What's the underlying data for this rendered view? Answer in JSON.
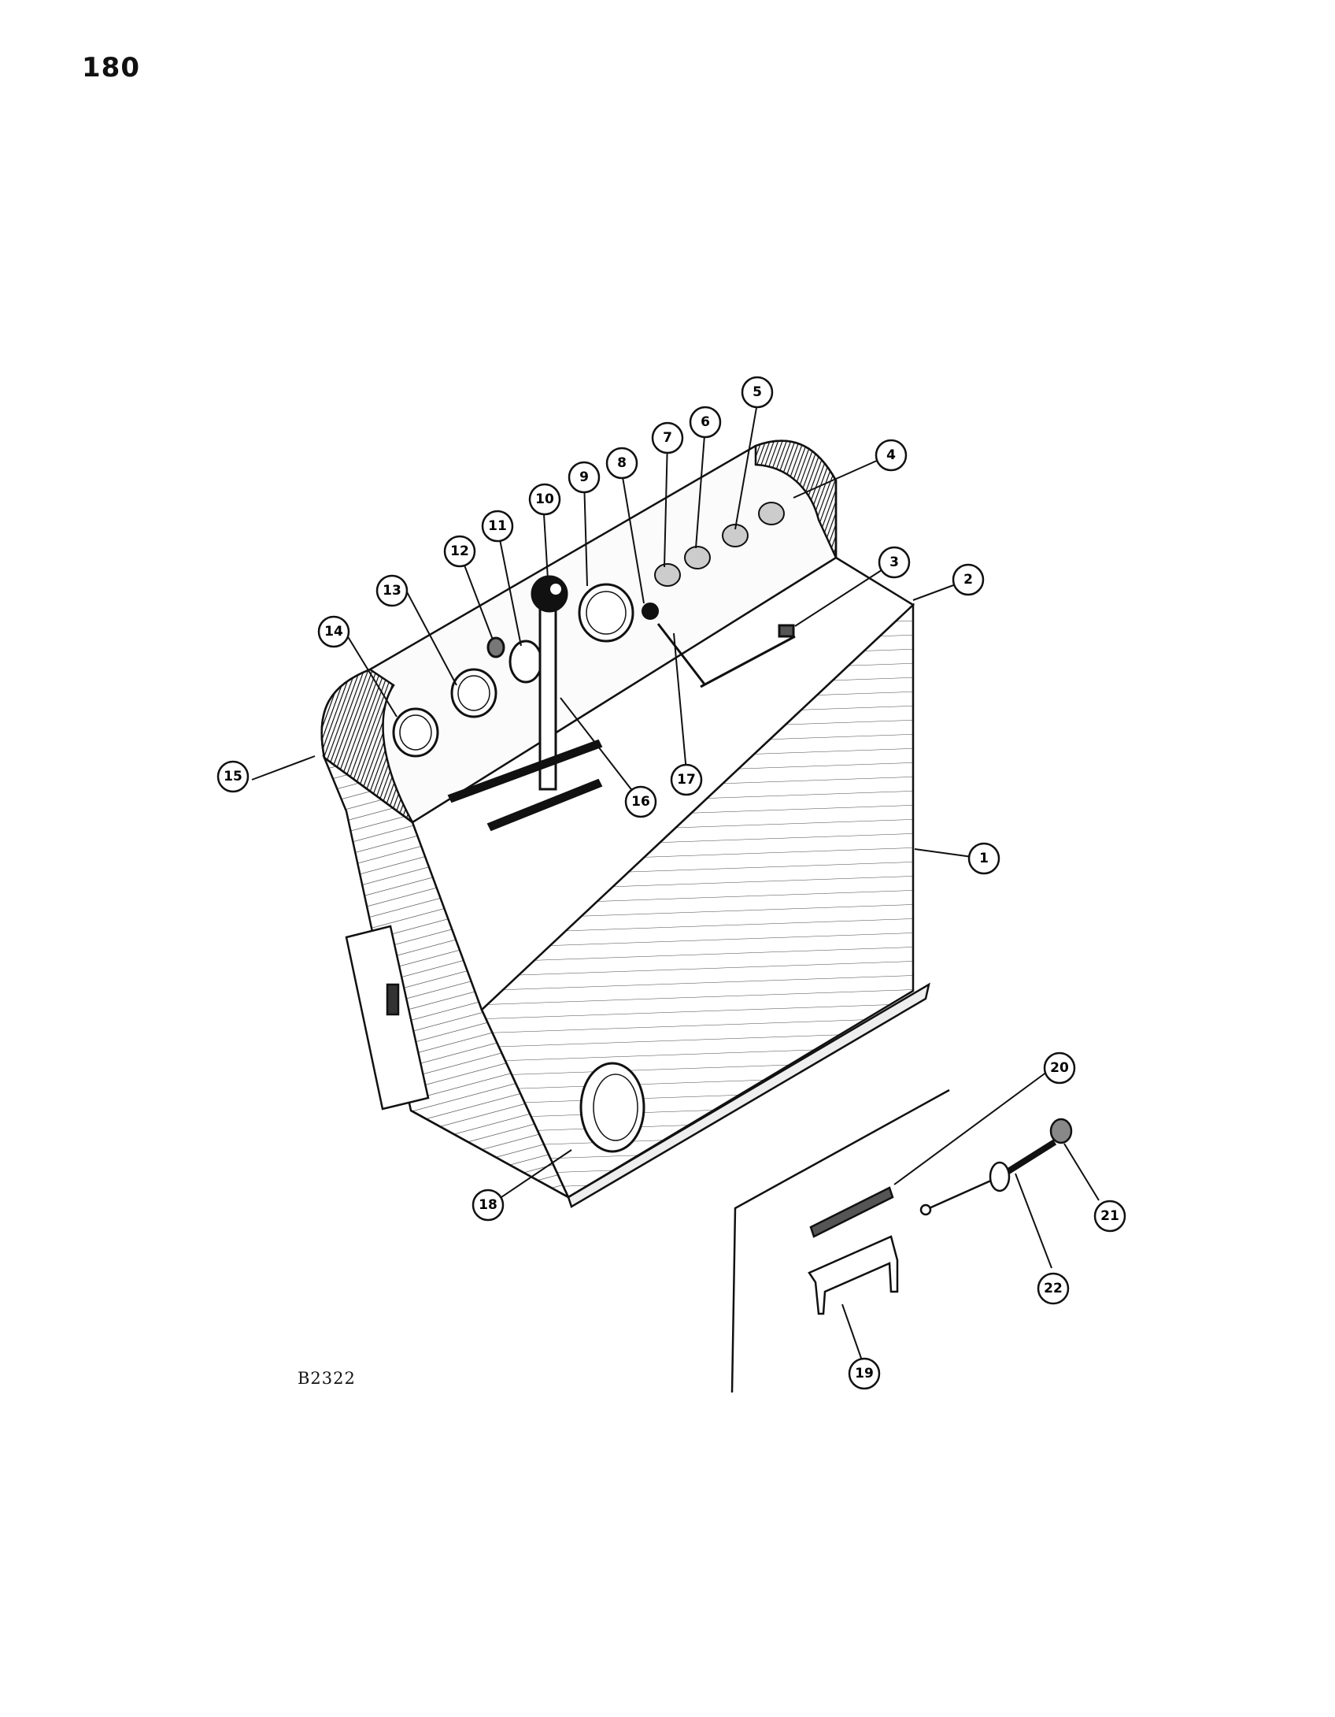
{
  "page_number": "180",
  "figure_code": "B2322",
  "callouts": [
    {
      "num": "1"
    },
    {
      "num": "2"
    },
    {
      "num": "3"
    },
    {
      "num": "4"
    },
    {
      "num": "5"
    },
    {
      "num": "6"
    },
    {
      "num": "7"
    },
    {
      "num": "8"
    },
    {
      "num": "9"
    },
    {
      "num": "10"
    },
    {
      "num": "11"
    },
    {
      "num": "12"
    },
    {
      "num": "13"
    },
    {
      "num": "14"
    },
    {
      "num": "15"
    },
    {
      "num": "16"
    },
    {
      "num": "17"
    },
    {
      "num": "18"
    },
    {
      "num": "19"
    },
    {
      "num": "20"
    },
    {
      "num": "21"
    },
    {
      "num": "22"
    }
  ]
}
